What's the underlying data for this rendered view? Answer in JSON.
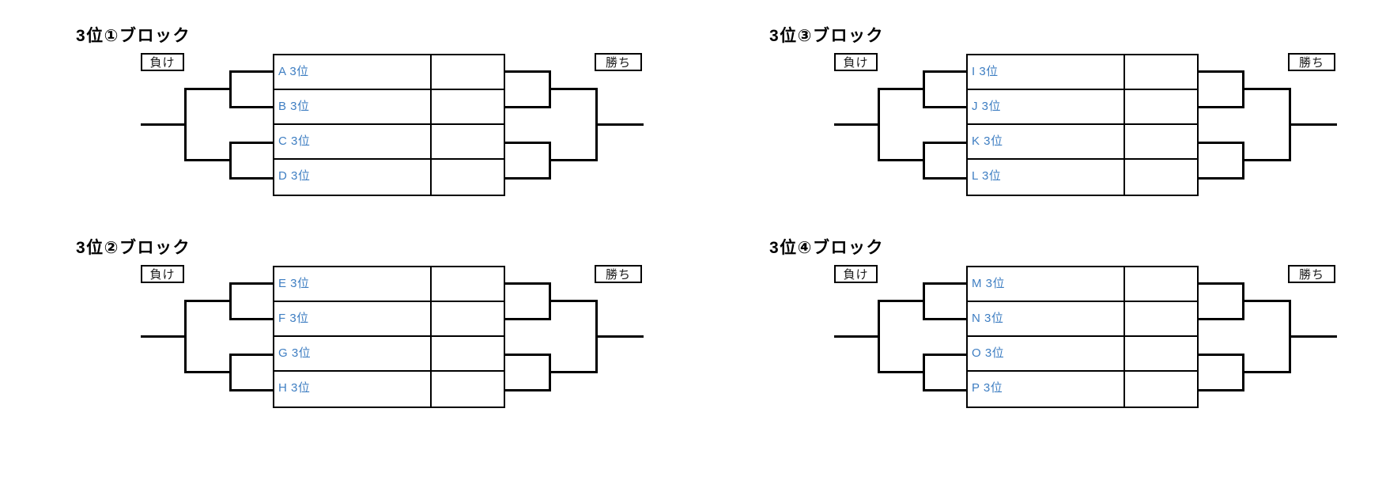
{
  "sheet": {
    "background": "#ffffff",
    "line_color": "#000000",
    "entry_text_color": "#3e7ec2",
    "title_text_color": "#000000"
  },
  "blocks": [
    {
      "title": "3位①ブロック",
      "lose_label": "負け",
      "win_label": "勝ち",
      "entries": [
        "A 3位",
        "B 3位",
        "C 3位",
        "D 3位"
      ]
    },
    {
      "title": "3位②ブロック",
      "lose_label": "負け",
      "win_label": "勝ち",
      "entries": [
        "E 3位",
        "F 3位",
        "G 3位",
        "H 3位"
      ]
    },
    {
      "title": "3位③ブロック",
      "lose_label": "負け",
      "win_label": "勝ち",
      "entries": [
        "I 3位",
        "J 3位",
        "K 3位",
        "L 3位"
      ]
    },
    {
      "title": "3位④ブロック",
      "lose_label": "負け",
      "win_label": "勝ち",
      "entries": [
        "M 3位",
        "N 3位",
        "O 3位",
        "P 3位"
      ]
    }
  ]
}
